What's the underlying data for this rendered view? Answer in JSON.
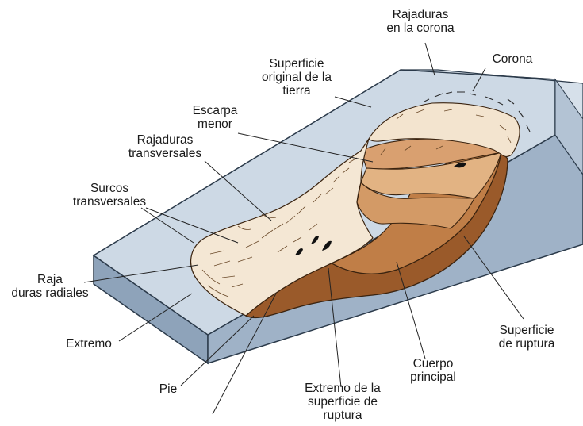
{
  "labels": {
    "rajaduras_corona": "Rajaduras\nen la corona",
    "corona": "Corona",
    "superficie_original": "Superficie\noriginal de la\ntierra",
    "escarpa_menor": "Escarpa\nmenor",
    "rajaduras_transversales": "Rajaduras\ntransversales",
    "surcos_transversales": "Surcos\ntransversales",
    "raja_duras_radiales": "Raja\nduras radiales",
    "extremo": "Extremo",
    "pie": "Pie",
    "extremo_superficie_ruptura": "Extremo de la\nsuperficie de\nruptura",
    "cuerpo_principal": "Cuerpo\nprincipal",
    "superficie_ruptura": "Superficie\nde ruptura"
  },
  "colors": {
    "block_top": "#c9d6e3",
    "block_side": "#93a7bd",
    "block_edge": "#2b3a4a",
    "slide_cream": "#f3e6d2",
    "slide_tan": "#d9a372",
    "slide_brown": "#b8743e",
    "slide_dark": "#8a4f22",
    "leader": "#222222"
  }
}
